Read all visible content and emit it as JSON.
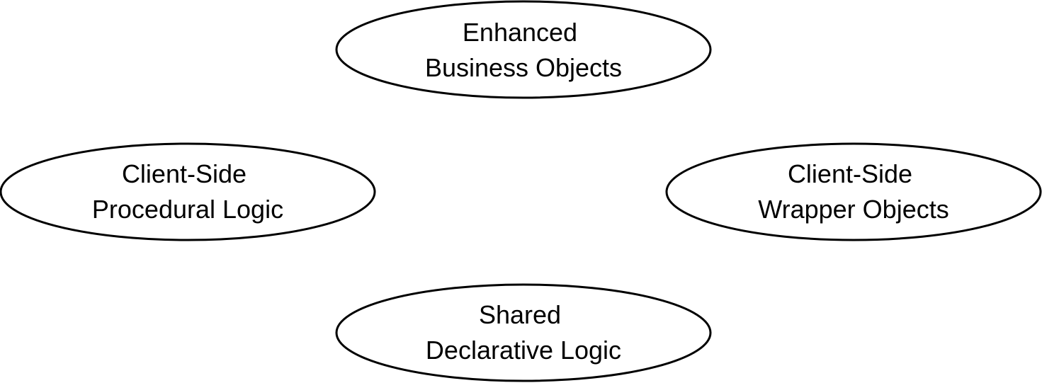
{
  "diagram": {
    "nodes": [
      {
        "id": "enhanced-business-objects",
        "lines": [
          "Enhanced",
          "Business Objects"
        ]
      },
      {
        "id": "client-side-procedural-logic",
        "lines": [
          "Client-Side",
          "Procedural Logic"
        ]
      },
      {
        "id": "client-side-wrapper-objects",
        "lines": [
          "Client-Side",
          "Wrapper Objects"
        ]
      },
      {
        "id": "shared-declarative-logic",
        "lines": [
          "Shared",
          "Declarative Logic"
        ]
      }
    ],
    "colors": {
      "background": "#ffffff",
      "stroke": "#000000",
      "text": "#000000"
    }
  }
}
